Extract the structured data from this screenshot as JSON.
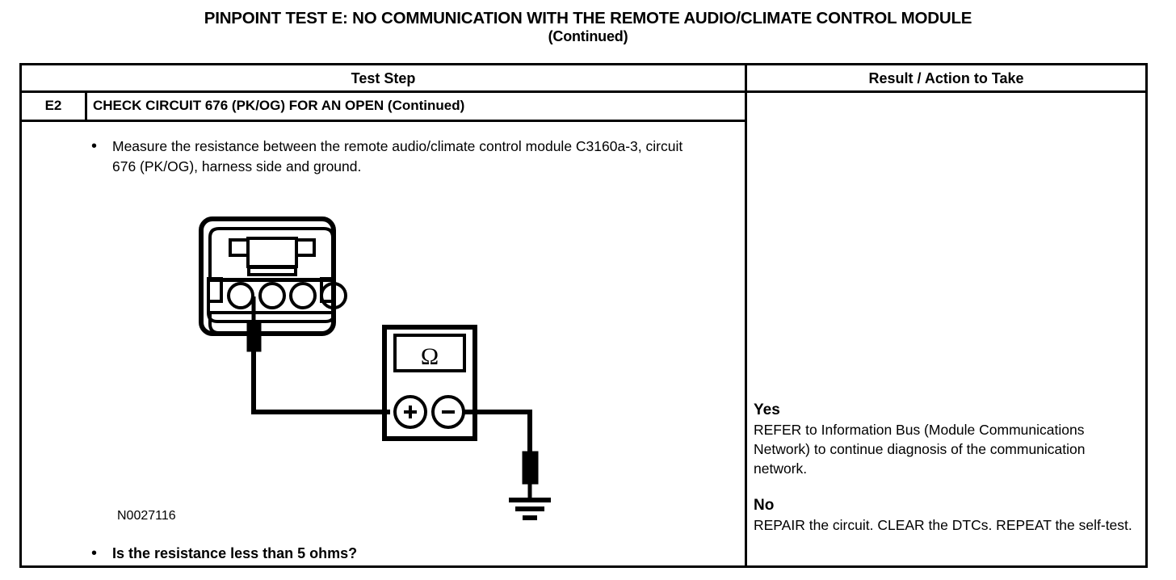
{
  "document": {
    "title_main": "PINPOINT TEST E: NO COMMUNICATION WITH THE REMOTE AUDIO/CLIMATE CONTROL MODULE",
    "title_sub": "(Continued)"
  },
  "table": {
    "headers": {
      "test_step": "Test Step",
      "result_action": "Result / Action to Take"
    },
    "step_row": {
      "id": "E2",
      "title": "CHECK CIRCUIT 676 (PK/OG) FOR AN OPEN (Continued)",
      "bullet_marker": "•",
      "instruction": "Measure the resistance between the remote audio/climate control module C3160a-3, circuit 676 (PK/OG), harness side and ground.",
      "question": "Is the resistance less than 5 ohms?",
      "figure_id": "N0027116"
    },
    "result_cell": {
      "yes_label": "Yes",
      "yes_text": "REFER to Information Bus (Module Communications Network) to continue diagnosis of the communication network.",
      "no_label": "No",
      "no_text": "REPAIR the circuit. CLEAR the DTCs. REPEAT the self-test."
    }
  },
  "diagram": {
    "connector_name": "harness-connector-C3160a",
    "connector_pin_count": 4,
    "probed_pin_index": 2,
    "meter_name": "digital-multimeter",
    "meter_display_symbol": "Ω",
    "meter_positive_terminal": "+",
    "meter_negative_terminal": "−",
    "ground_symbol": "chassis-ground"
  },
  "colors": {
    "ink": "#000000",
    "paper": "#ffffff"
  }
}
